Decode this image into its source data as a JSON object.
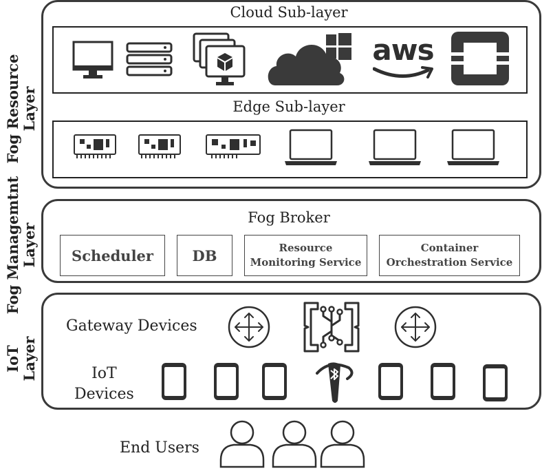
{
  "side_labels": {
    "fog_resource": [
      "Fog Resource",
      "Layer"
    ],
    "fog_management": [
      "Fog Managemtnt",
      "Layer"
    ],
    "iot": [
      "IoT",
      "Layer"
    ]
  },
  "fog_resource": {
    "cloud_title": "Cloud Sub-layer",
    "edge_title": "Edge Sub-layer",
    "cloud_icons": [
      "monitor-icon",
      "server-rack-icon",
      "virtual-machines-icon",
      "cloud-windows-icon",
      "aws-logo",
      "openstack-logo"
    ],
    "aws_text": "aws",
    "edge_icons": [
      "circuit-board-icon",
      "circuit-board-icon",
      "circuit-board-icon",
      "laptop-icon",
      "laptop-icon",
      "laptop-icon"
    ]
  },
  "fog_management": {
    "title": "Fog Broker",
    "services": {
      "scheduler": "Scheduler",
      "db": "DB",
      "resource_monitoring": [
        "Resource",
        "Monitoring Service"
      ],
      "container_orchestration": [
        "Container",
        "Orchestration Service"
      ]
    }
  },
  "iot_layer": {
    "gateway_label": "Gateway Devices",
    "devices_label": [
      "IoT",
      "Devices"
    ]
  },
  "end_users_label": "End Users",
  "colors": {
    "border": "#3a3a3a",
    "icon": "#2f2f2f",
    "text": "#222222"
  }
}
